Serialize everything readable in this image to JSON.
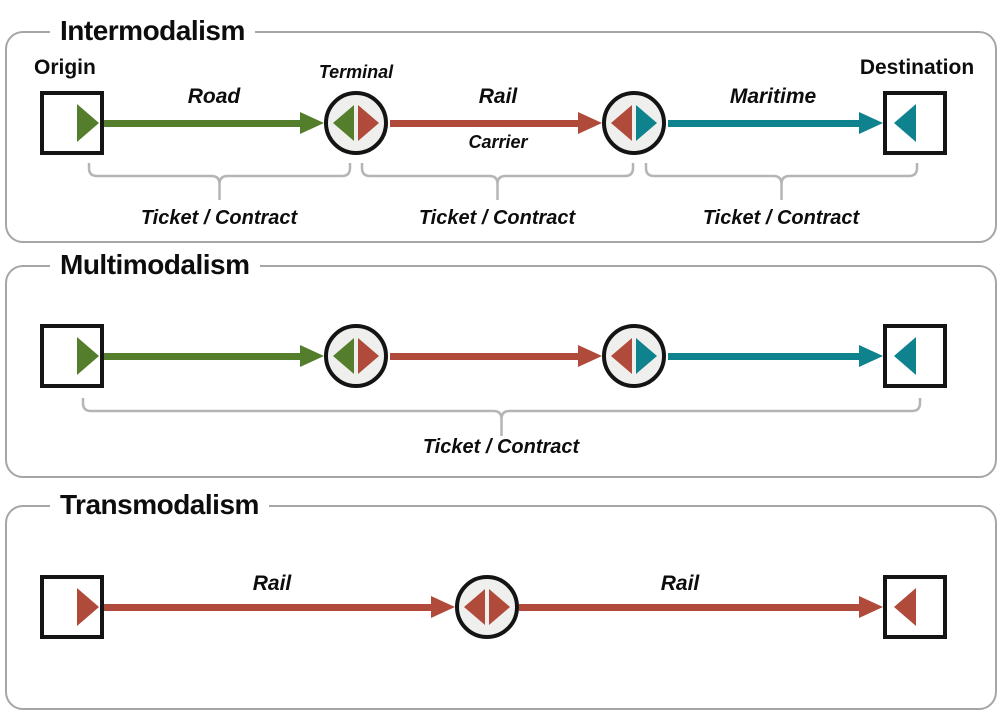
{
  "colors": {
    "road_green": "#557e2c",
    "rail_red": "#b04a3b",
    "maritime_teal": "#0e828d",
    "panel_border_gray": "#a6a6a6",
    "bracket_gray": "#b5b5b5",
    "terminal_fill_gray": "#efefed"
  },
  "icons": {
    "origin_marker": "right-pointing-triangle",
    "destination_marker": "left-pointing-triangle",
    "terminal_marker": "back-to-back-triangles-in-circle"
  },
  "panels": [
    {
      "title": "Intermodalism",
      "origin_label": "Origin",
      "terminal_label": "Terminal",
      "carrier_label": "Carrier",
      "destination_label": "Destination",
      "segments": [
        {
          "mode_label": "Road",
          "color": "road"
        },
        {
          "mode_label": "Rail",
          "color": "rail"
        },
        {
          "mode_label": "Maritime",
          "color": "maritime"
        }
      ],
      "bracket_labels": [
        "Ticket / Contract",
        "Ticket / Contract",
        "Ticket / Contract"
      ]
    },
    {
      "title": "Multimodalism",
      "segments": [
        {
          "mode_label": "",
          "color": "road"
        },
        {
          "mode_label": "",
          "color": "rail"
        },
        {
          "mode_label": "",
          "color": "maritime"
        }
      ],
      "bracket_labels": [
        "Ticket / Contract"
      ]
    },
    {
      "title": "Transmodalism",
      "segments": [
        {
          "mode_label": "Rail",
          "color": "rail"
        },
        {
          "mode_label": "Rail",
          "color": "rail"
        }
      ],
      "bracket_labels": []
    }
  ]
}
